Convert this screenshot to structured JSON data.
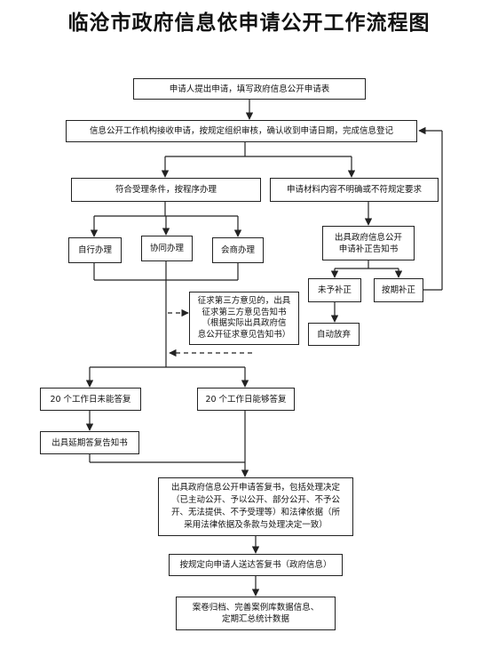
{
  "title": "临沧市政府信息依申请公开工作流程图",
  "steps": {
    "submit": "申请人提出申请，填写政府信息公开申请表",
    "receive": "信息公开工作机构接收申请，按规定组织审核，确认收到申请日期，完成信息登记",
    "accept": "符合受理条件，按程序办理",
    "unclear": "申请材料内容不明确或不符规定要求",
    "self": "自行办理",
    "assist": "协同办理",
    "consult": "会商办理",
    "correction_notice": [
      "出具政府信息公开",
      "申请补正告知书"
    ],
    "not_corrected": "未予补正",
    "on_time_correction": "按期补正",
    "auto_abandon": "自动放弃",
    "third_party": [
      "征求第三方意见的，出具",
      "征求第三方意见告知书",
      "（根据实际出具政府信",
      "息公开征求意见告知书）"
    ],
    "fail_20_days": "20 个工作日未能答复",
    "ok_20_days": "20 个工作日能够答复",
    "extension_notice": "出具延期答复告知书",
    "reply": [
      "出具政府信息公开申请答复书，包括处理决定",
      "（已主动公开、予以公开、部分公开、不予公",
      "开、无法提供、不予受理等）和法律依据（所",
      "采用法律依据及条款与处理决定一致）"
    ],
    "deliver": "按规定向申请人送达答复书（政府信息）",
    "archive": [
      "案卷归档、完善案例库数据信息、",
      "定期汇总统计数据"
    ]
  }
}
